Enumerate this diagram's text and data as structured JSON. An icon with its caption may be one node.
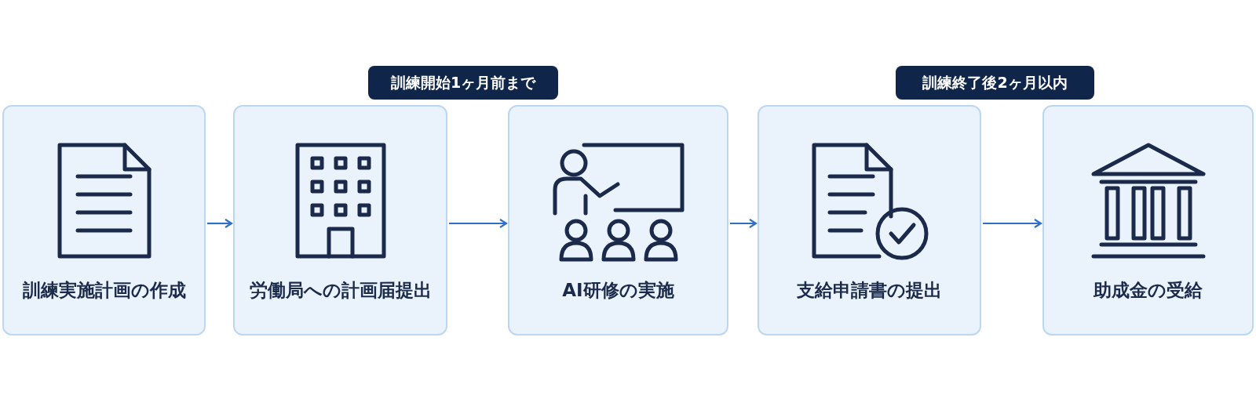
{
  "diagram": {
    "nodes": [
      {
        "text": [
          "訓練実施計画の作成"
        ]
      },
      {
        "text": [
          "労働局への計画届提出"
        ]
      },
      {
        "text": [
          "AI研修の実施"
        ]
      },
      {
        "text": [
          "支給申請書の提出"
        ]
      },
      {
        "text": [
          "助成金の受給"
        ]
      },
      {
        "text": [
          "訓練開始1ヶ月前まで"
        ]
      },
      {
        "text": [
          "訓練終了後2ヶ月以内"
        ]
      }
    ],
    "edges": [
      {
        "from": 0,
        "to": 1,
        "arrow": "to"
      },
      {
        "from": 1,
        "to": 2,
        "arrow": "to"
      },
      {
        "from": 2,
        "to": 3,
        "arrow": "to"
      },
      {
        "from": 3,
        "to": 4,
        "arrow": "to"
      }
    ]
  }
}
